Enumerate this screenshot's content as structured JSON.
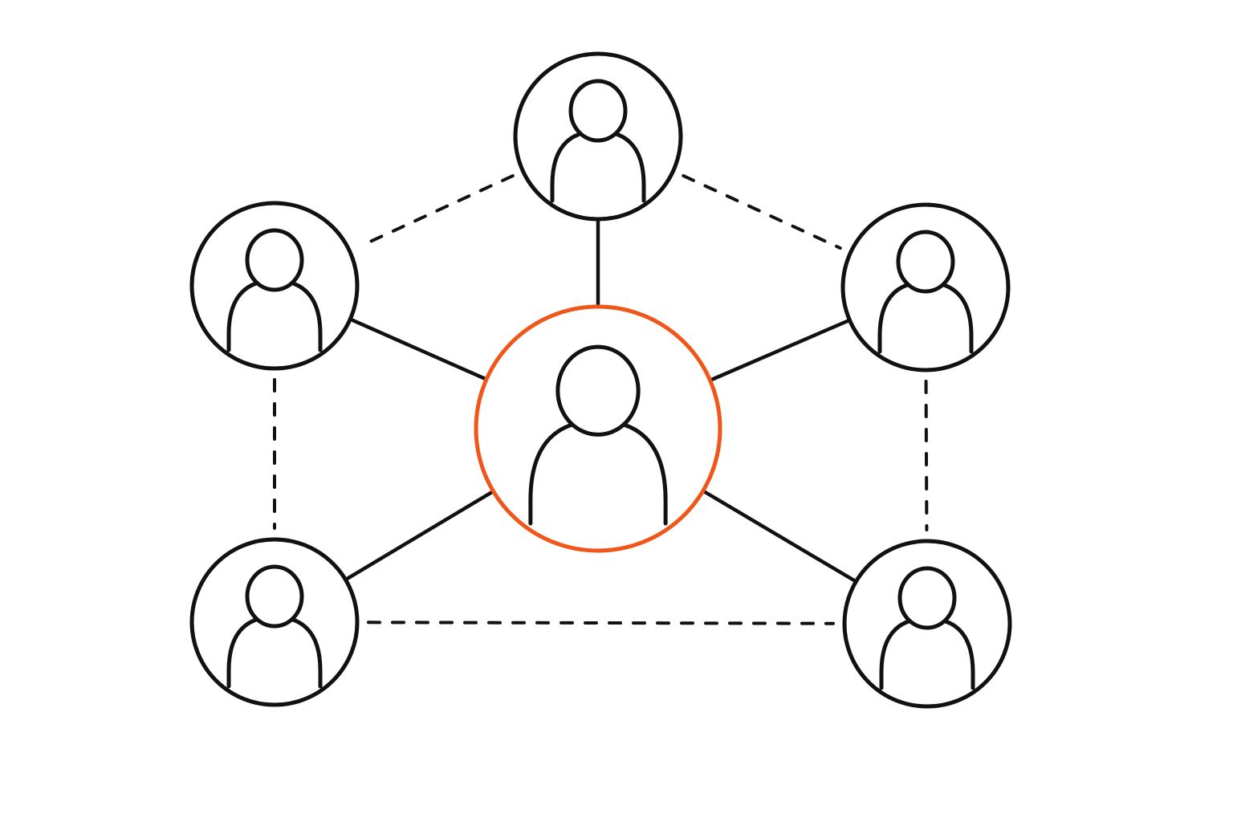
{
  "colors": {
    "background": "#ffffff",
    "stroke": "#111111",
    "highlight": "#f0561a"
  },
  "nodes": [
    {
      "id": "center",
      "icon": "person-icon",
      "highlighted": true
    },
    {
      "id": "top",
      "icon": "person-icon",
      "highlighted": false
    },
    {
      "id": "upper-left",
      "icon": "person-icon",
      "highlighted": false
    },
    {
      "id": "upper-right",
      "icon": "person-icon",
      "highlighted": false
    },
    {
      "id": "lower-left",
      "icon": "person-icon",
      "highlighted": false
    },
    {
      "id": "lower-right",
      "icon": "person-icon",
      "highlighted": false
    }
  ],
  "links": [
    {
      "from": "center",
      "to": "top",
      "style": "solid"
    },
    {
      "from": "center",
      "to": "upper-left",
      "style": "solid"
    },
    {
      "from": "center",
      "to": "upper-right",
      "style": "solid"
    },
    {
      "from": "center",
      "to": "lower-left",
      "style": "solid"
    },
    {
      "from": "center",
      "to": "lower-right",
      "style": "solid"
    },
    {
      "from": "top",
      "to": "upper-left",
      "style": "dashed"
    },
    {
      "from": "top",
      "to": "upper-right",
      "style": "dashed"
    },
    {
      "from": "upper-left",
      "to": "lower-left",
      "style": "dashed"
    },
    {
      "from": "upper-right",
      "to": "lower-right",
      "style": "dashed"
    },
    {
      "from": "lower-left",
      "to": "lower-right",
      "style": "dashed"
    }
  ]
}
